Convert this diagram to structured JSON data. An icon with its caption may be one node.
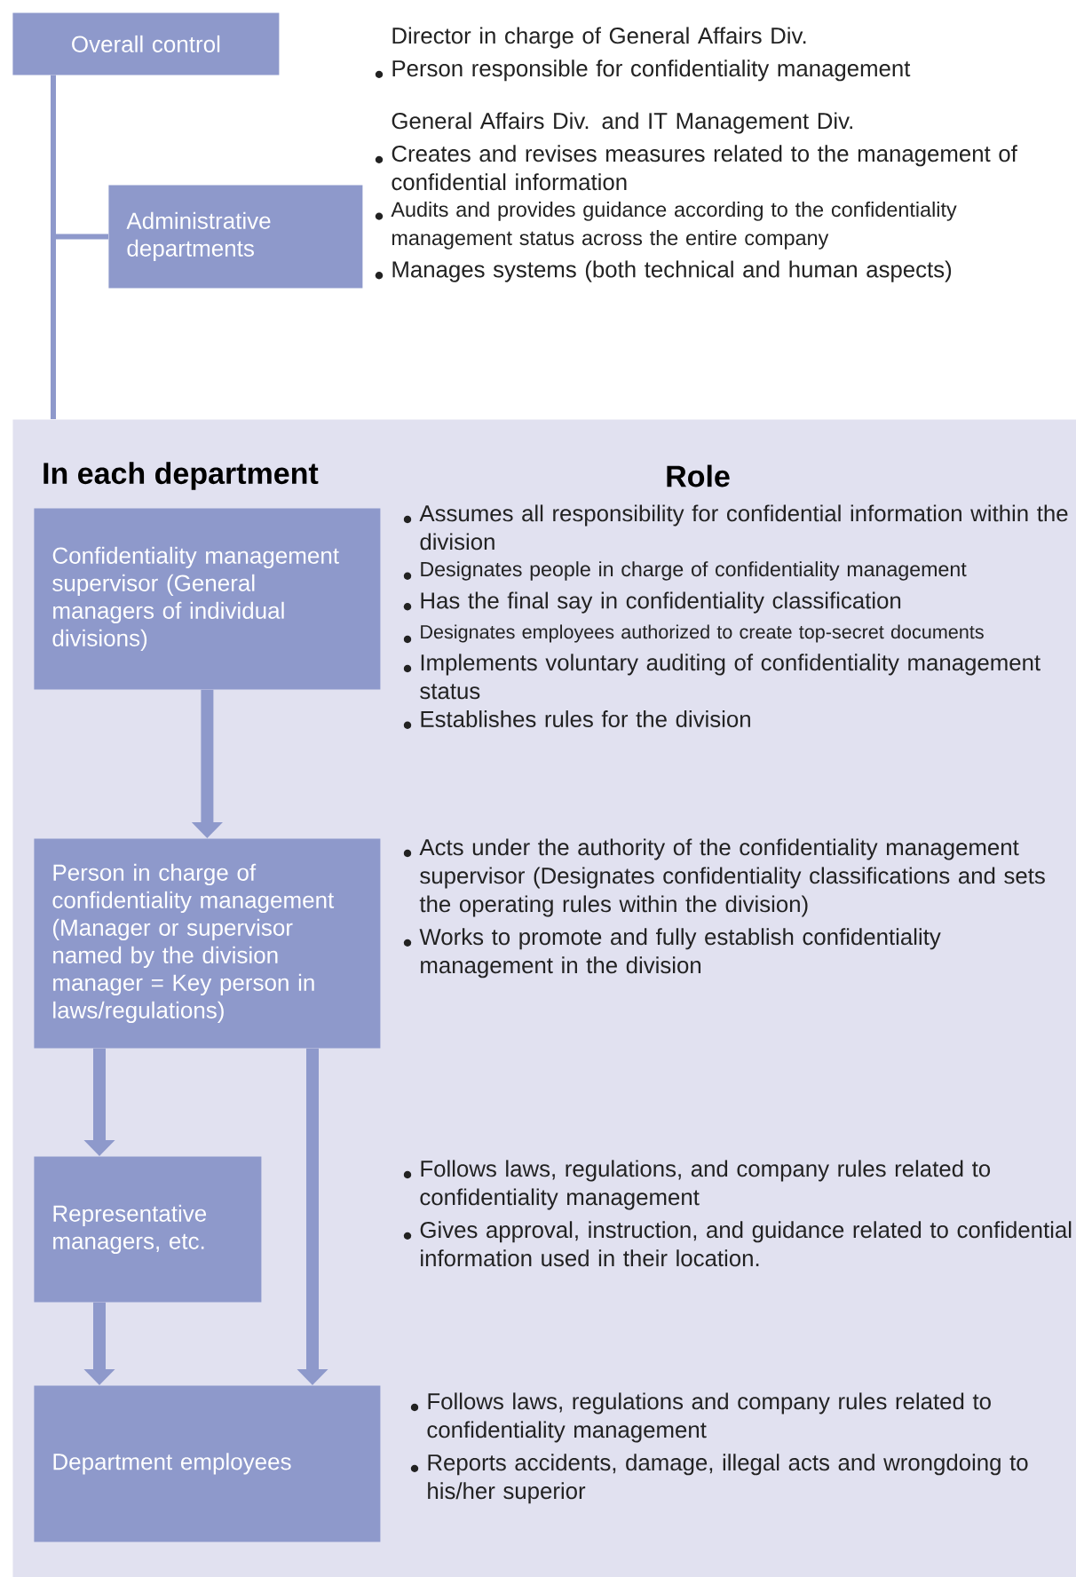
{
  "diagram": {
    "nodes": [
      {
        "text": [
          "Overall control"
        ],
        "beside": [
          "Director in charge of General Affairs Div.",
          "Person responsible for confidentiality management"
        ]
      },
      {
        "text": [
          "Administrative departments"
        ],
        "beside": [
          "General Affairs Div. and IT Management Div.",
          "Creates and revises measures related to the management of confidential information",
          "Audits and provides guidance according to the confidentiality management status across the entire company",
          "Manages systems (both technical and human aspects)"
        ]
      },
      {
        "text": [
          "In each department",
          "Role"
        ]
      },
      {
        "text": [
          "Confidentiality management supervisor (General managers of individual divisions)"
        ],
        "in": 2,
        "beside": [
          "Assumes all responsibility for confidential information within the division",
          "Designates people in charge of confidentiality management",
          "Has the final say in confidentiality classification",
          "Designates employees authorized to create top-secret documents",
          "Implements voluntary auditing of confidentiality management status",
          "Establishes rules for the division"
        ]
      },
      {
        "text": [
          "Person in charge of confidentiality management (Manager or supervisor named by the division manager = Key person in laws/regulations)"
        ],
        "in": 2,
        "beside": [
          "Acts under the authority of the confidentiality management supervisor (Designates confidentiality classifications and sets the operating rules within the division)",
          "Works to promote and fully establish confidentiality management in the division"
        ]
      },
      {
        "text": [
          "Representative managers, etc."
        ],
        "in": 2,
        "beside": [
          "Follows laws, regulations, and company rules related to confidentiality management",
          "Gives approval, instruction, and guidance related to confidential information used in their location."
        ]
      },
      {
        "text": [
          "Department employees"
        ],
        "in": 2,
        "beside": [
          "Follows laws, regulations and company rules related to confidentiality management",
          "Reports accidents, damage, illegal acts and wrongdoing to his/her superior"
        ]
      }
    ],
    "edges": [
      {
        "from": 0,
        "to": 1,
        "arrow": "none"
      },
      {
        "from": 0,
        "to": 2,
        "arrow": "none"
      },
      {
        "from": 3,
        "to": 4,
        "arrow": "to"
      },
      {
        "from": 4,
        "to": 5,
        "arrow": "to"
      },
      {
        "from": 5,
        "to": 6,
        "arrow": "to"
      },
      {
        "from": 4,
        "to": 6,
        "arrow": "to"
      }
    ]
  }
}
